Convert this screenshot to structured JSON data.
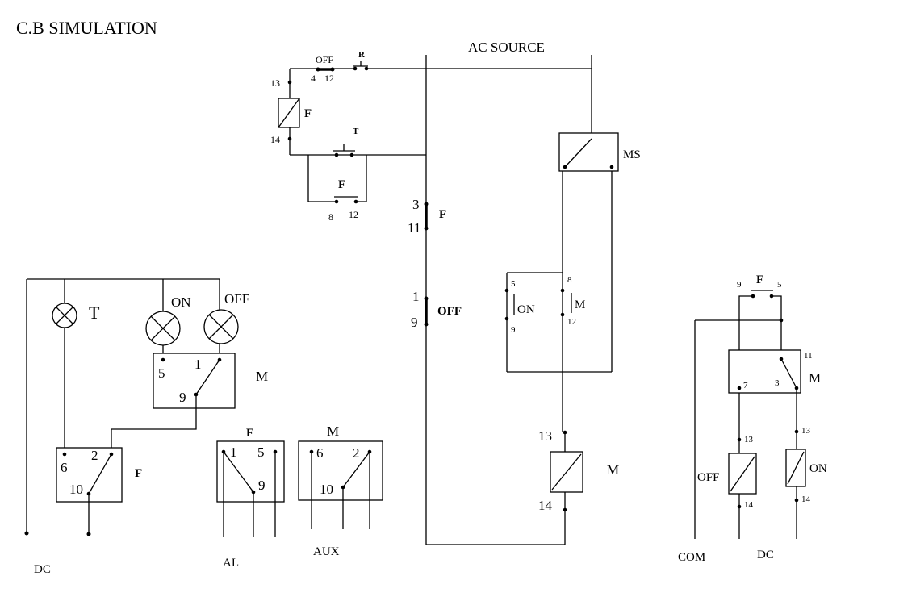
{
  "title": "C.B SIMULATION",
  "labels": {
    "ac_source": "AC SOURCE",
    "dc_left": "DC",
    "dc_right": "DC",
    "com": "COM",
    "al": "AL",
    "aux": "AUX",
    "ms": "MS",
    "lamp_t": "T",
    "lamp_on": "ON",
    "lamp_off": "OFF",
    "m_aux_box": "M",
    "f_aux_box": "F",
    "f_al_box": "F",
    "m_aux2_box": "M",
    "f_coil": "F",
    "f_contact_3_11": "F",
    "off_contact_1_9": "OFF",
    "on_button": "ON",
    "m_seal": "M",
    "m_coil": "M",
    "right_m_box": "M",
    "right_f": "F",
    "right_off_coil": "OFF",
    "right_on_coil": "ON",
    "off_switch": "OFF",
    "r_switch": "R",
    "t_switch": "T",
    "f_parallel": "F"
  },
  "terminals": {
    "n13": "13",
    "n14": "14",
    "n4": "4",
    "n12": "12",
    "n8": "8",
    "n12b": "12",
    "c3": "3",
    "c11": "11",
    "c1": "1",
    "c9": "9",
    "on5": "5",
    "on9": "9",
    "m8": "8",
    "m12": "12",
    "mc13": "13",
    "mc14": "14",
    "lm5": "5",
    "lm1": "1",
    "lm9": "9",
    "lf6": "6",
    "lf2": "2",
    "lf10": "10",
    "al1": "1",
    "al5": "5",
    "al9": "9",
    "ax6": "6",
    "ax2": "2",
    "ax10": "10",
    "rf9": "9",
    "rf5": "5",
    "rm11": "11",
    "rm7": "7",
    "rm3": "3",
    "ro13": "13",
    "ro14": "14",
    "rn13": "13",
    "rn14": "14"
  }
}
